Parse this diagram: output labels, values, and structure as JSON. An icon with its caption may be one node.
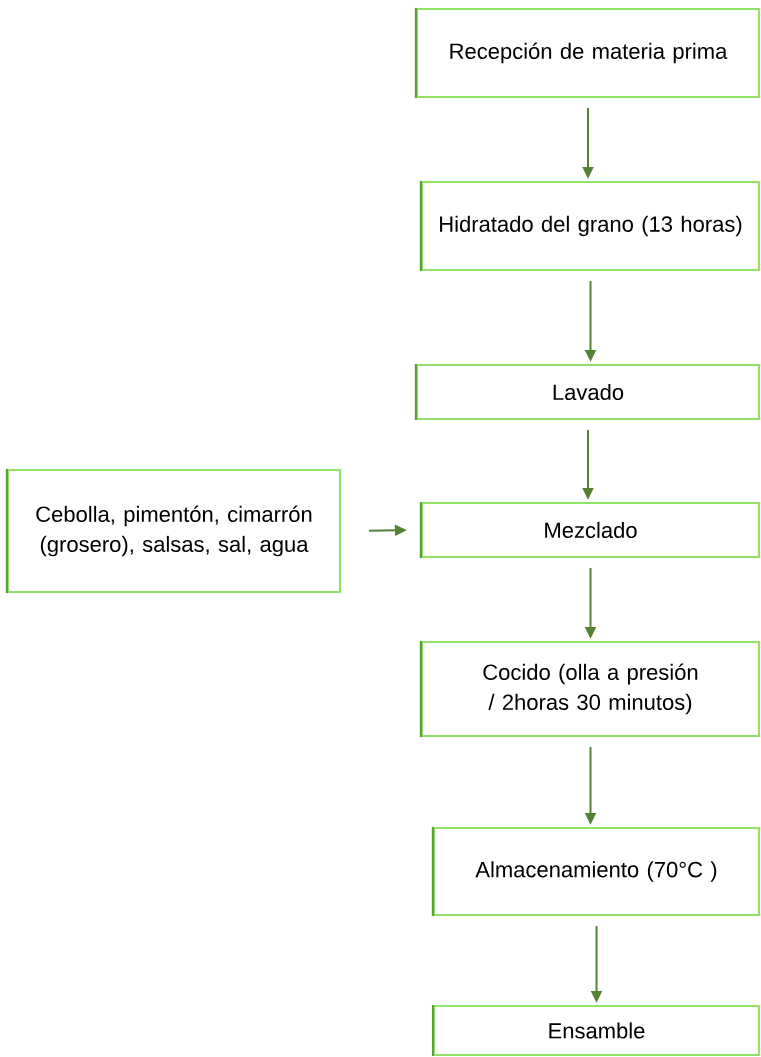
{
  "diagram": {
    "nodes": [
      {
        "text": [
          "Recepción de materia prima"
        ]
      },
      {
        "text": [
          "Hidratado del grano (13 horas)"
        ]
      },
      {
        "text": [
          "Lavado"
        ]
      },
      {
        "text": [
          "Cebolla, pimentón, cimarrón (grosero), salsas, sal, agua"
        ]
      },
      {
        "text": [
          "Mezclado"
        ]
      },
      {
        "text": [
          "Cocido (olla a presión / 2horas 30 minutos)"
        ]
      },
      {
        "text": [
          "Almacenamiento (70°C )"
        ]
      },
      {
        "text": [
          "Ensamble"
        ]
      }
    ],
    "edges": [
      {
        "from": 0,
        "to": 1,
        "arrow": "to"
      },
      {
        "from": 1,
        "to": 2,
        "arrow": "to"
      },
      {
        "from": 2,
        "to": 4,
        "arrow": "to"
      },
      {
        "from": 3,
        "to": 4,
        "arrow": "to"
      },
      {
        "from": 4,
        "to": 5,
        "arrow": "to"
      },
      {
        "from": 5,
        "to": 6,
        "arrow": "to"
      },
      {
        "from": 6,
        "to": 7,
        "arrow": "to"
      }
    ]
  }
}
